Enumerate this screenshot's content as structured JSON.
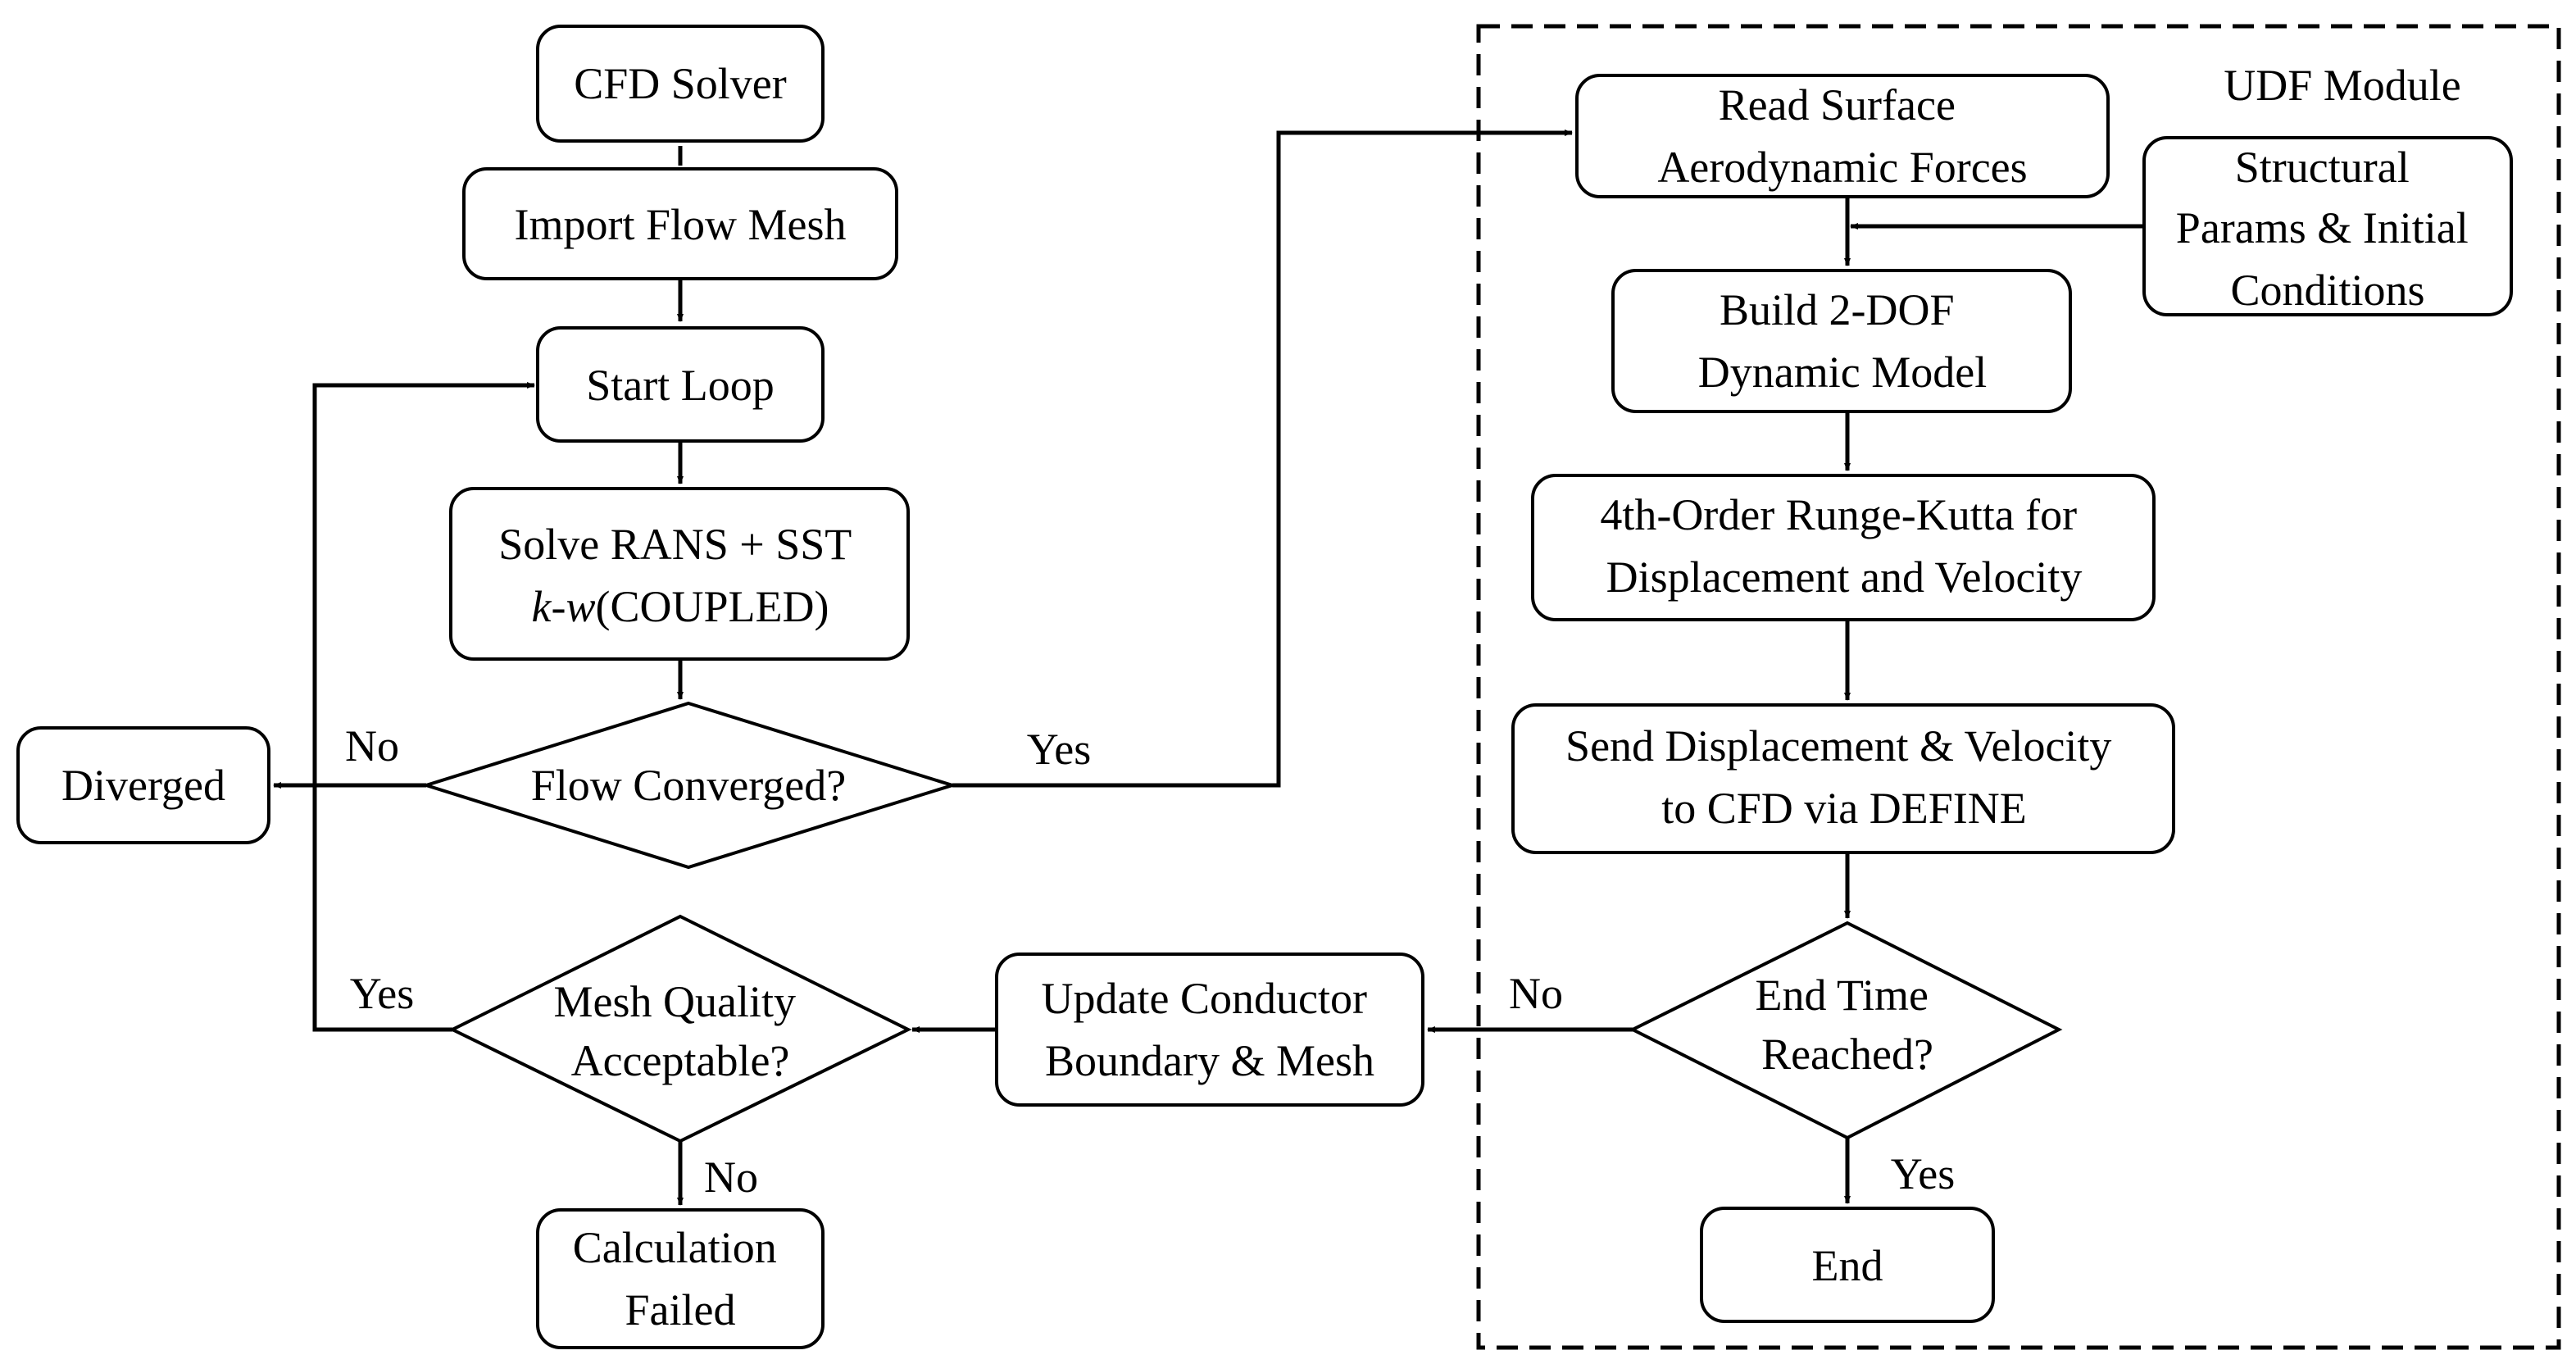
{
  "udf_module": {
    "title": "UDF Module"
  },
  "nodes": {
    "cfd_solver": {
      "lines": [
        "CFD Solver"
      ]
    },
    "import_flow_mesh": {
      "lines": [
        "Import Flow Mesh"
      ]
    },
    "start_loop": {
      "lines": [
        "Start Loop"
      ]
    },
    "solve_rans": {
      "line1": "Solve RANS + SST",
      "line2_italic": "k-w",
      "line2_rest": "(COUPLED)"
    },
    "flow_converged": {
      "lines": [
        "Flow Converged?"
      ]
    },
    "diverged": {
      "lines": [
        "Diverged"
      ]
    },
    "mesh_quality": {
      "lines": [
        "Mesh Quality",
        "Acceptable?"
      ]
    },
    "calculation_failed": {
      "lines": [
        "Calculation",
        "Failed"
      ]
    },
    "update_conductor": {
      "lines": [
        "Update Conductor",
        "Boundary & Mesh"
      ]
    },
    "read_surface_forces": {
      "lines": [
        "Read Surface",
        "Aerodynamic Forces"
      ]
    },
    "structural_params": {
      "lines": [
        "Structural",
        "Params & Initial",
        "Conditions"
      ]
    },
    "build_model": {
      "lines": [
        "Build 2-DOF",
        "Dynamic Model"
      ]
    },
    "runge_kutta": {
      "lines": [
        "4th-Order Runge-Kutta for",
        "Displacement and Velocity"
      ]
    },
    "send_displacement": {
      "lines": [
        "Send Displacement & Velocity",
        "to CFD via DEFINE"
      ]
    },
    "end_time_reached": {
      "lines": [
        "End Time",
        "Reached?"
      ]
    },
    "end": {
      "lines": [
        "End"
      ]
    }
  },
  "edge_labels": {
    "flow_no": "No",
    "flow_yes": "Yes",
    "mesh_yes": "Yes",
    "mesh_no": "No",
    "end_time_no": "No",
    "end_time_yes": "Yes"
  }
}
